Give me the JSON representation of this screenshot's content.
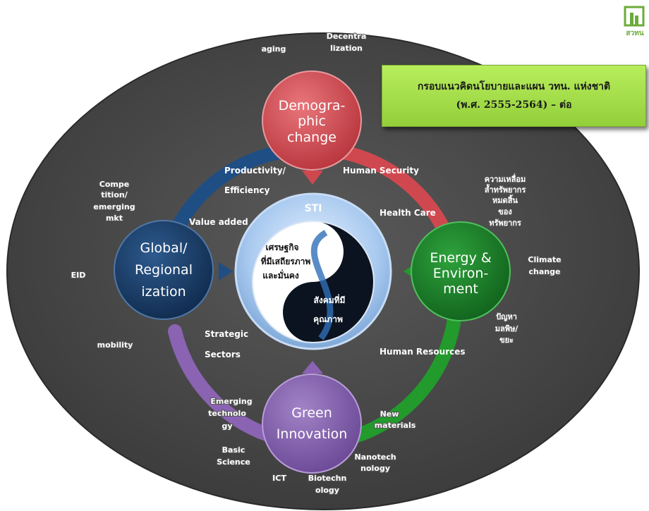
{
  "title": {
    "line1": "กรอบแนวคิดนโยบายและแผน วทน. แห่งชาติ",
    "line2": "(พ.ศ. 2555-2564) – ต่อ"
  },
  "logo": {
    "text": "สวทน",
    "color": "#6cab3a"
  },
  "center": {
    "label": "STI",
    "yin_text": [
      "เศรษฐกิจ",
      "ที่มีเสถียรภาพ",
      "และมั่นคง"
    ],
    "yang_text": [
      "สังคมที่มี",
      "คุณภาพ"
    ]
  },
  "nodes": {
    "demographic": {
      "lines": [
        "Demogra-",
        "phic",
        "change"
      ],
      "color": "#c9474e"
    },
    "global": {
      "lines": [
        "Global/",
        "Regional",
        "ization"
      ],
      "color": "#17375e"
    },
    "energy": {
      "lines": [
        "Energy &",
        "Environ-",
        "ment"
      ],
      "color": "#1b7a2a"
    },
    "green": {
      "lines": [
        "Green",
        "Innovation"
      ],
      "color": "#7f5ba6"
    }
  },
  "inner_labels": {
    "productivity": "Productivity/",
    "efficiency": "Efficiency",
    "human_security": "Human Security",
    "value_added": "Value added",
    "health_care": "Health Care",
    "strategic": "Strategic",
    "sectors": "Sectors",
    "human_resources": "Human  Resources"
  },
  "outer_labels": {
    "aging": "aging",
    "decentralization": [
      "Decentra",
      "lization"
    ],
    "competition": [
      "Compe",
      "tition/",
      "emerging",
      "mkt"
    ],
    "eid": "EID",
    "mobility": "mobility",
    "disparity": [
      "ความเหลื่อม",
      "ล้ำทรัพยากร",
      "หมดสิ้น",
      "ของ",
      "ทรัพยากร"
    ],
    "climate": [
      "Climate",
      "change"
    ],
    "pollution": [
      "ปัญหา",
      "มลพิษ/",
      "ขยะ"
    ],
    "emerging_tech": [
      "Emerging",
      "technolo",
      "gy"
    ],
    "basic_science": [
      "Basic",
      "Science"
    ],
    "ict": "ICT",
    "biotech": [
      "Biotechn",
      "ology"
    ],
    "nanotech": [
      "Nanotech",
      "nology"
    ],
    "new_materials": [
      "New",
      "materials"
    ]
  },
  "colors": {
    "oval": "#4a4a4a",
    "ring_red": "#d0484f",
    "ring_blue": "#1f4e84",
    "ring_green": "#229a2c",
    "ring_purple": "#8a63b3",
    "sti_rim": "#a9c8ec"
  }
}
